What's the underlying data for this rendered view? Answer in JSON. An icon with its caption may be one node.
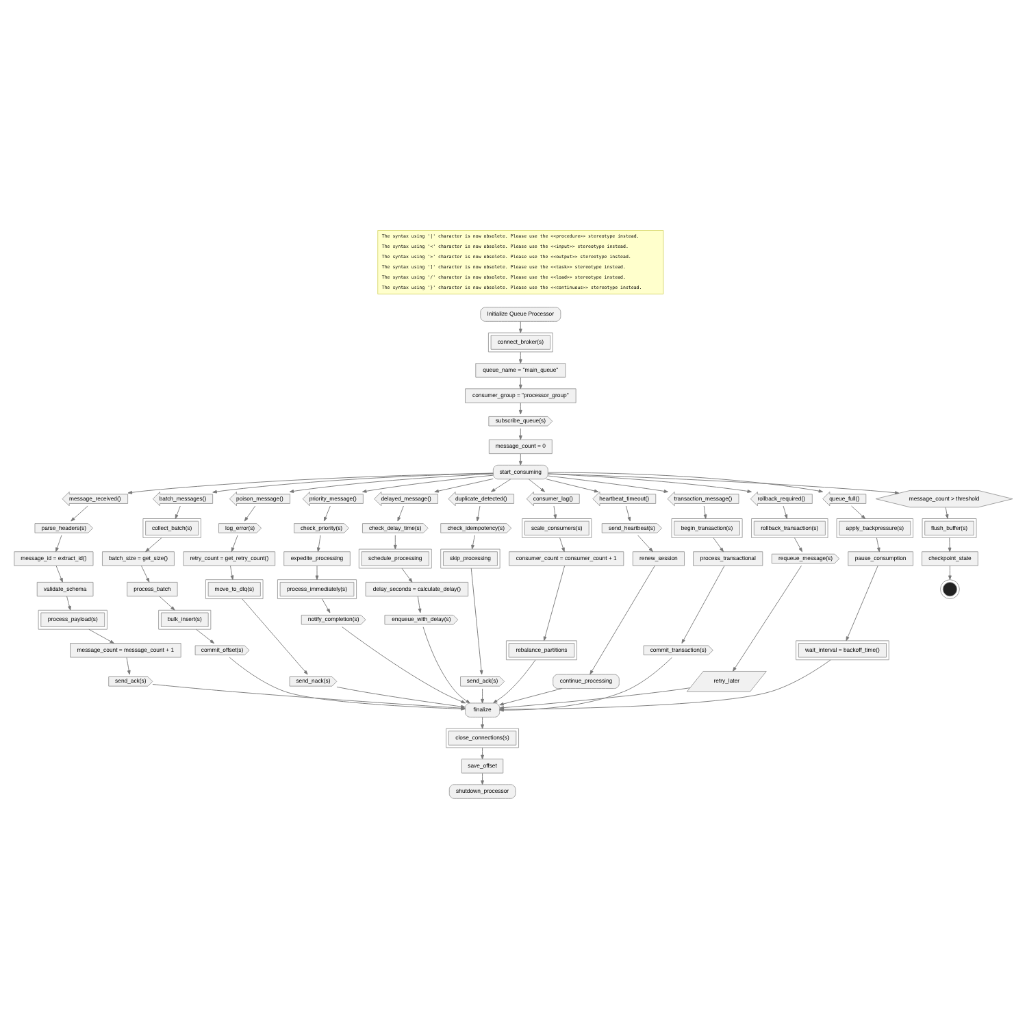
{
  "diagram": {
    "nodes": [
      {
        "text": [
          "Initialize Queue Processor"
        ]
      },
      {
        "text": [
          "connect_broker(s)"
        ]
      },
      {
        "text": [
          "queue_name = \"main_queue\""
        ]
      },
      {
        "text": [
          "consumer_group = \"processor_group\""
        ]
      },
      {
        "text": [
          "subscribe_queue(s)"
        ]
      },
      {
        "text": [
          "message_count = 0"
        ]
      },
      {
        "text": [
          "start_consuming"
        ]
      },
      {
        "text": [
          "message_received()"
        ]
      },
      {
        "text": [
          "parse_headers(s)"
        ]
      },
      {
        "text": [
          "message_id = extract_id()"
        ]
      },
      {
        "text": [
          "validate_schema"
        ]
      },
      {
        "text": [
          "process_payload(s)"
        ]
      },
      {
        "text": [
          "message_count = message_count + 1"
        ]
      },
      {
        "text": [
          "send_ack(s)"
        ]
      },
      {
        "text": [
          "batch_messages()"
        ]
      },
      {
        "text": [
          "collect_batch(s)"
        ]
      },
      {
        "text": [
          "batch_size = get_size()"
        ]
      },
      {
        "text": [
          "process_batch"
        ]
      },
      {
        "text": [
          "bulk_insert(s)"
        ]
      },
      {
        "text": [
          "commit_offset(s)"
        ]
      },
      {
        "text": [
          "poison_message()"
        ]
      },
      {
        "text": [
          "log_error(s)"
        ]
      },
      {
        "text": [
          "retry_count = get_retry_count()"
        ]
      },
      {
        "text": [
          "move_to_dlq(s)"
        ]
      },
      {
        "text": [
          "send_nack(s)"
        ]
      },
      {
        "text": [
          "priority_message()"
        ]
      },
      {
        "text": [
          "check_priority(s)"
        ]
      },
      {
        "text": [
          "expedite_processing"
        ]
      },
      {
        "text": [
          "process_immediately(s)"
        ]
      },
      {
        "text": [
          "notify_completion(s)"
        ]
      },
      {
        "text": [
          "delayed_message()"
        ]
      },
      {
        "text": [
          "check_delay_time(s)"
        ]
      },
      {
        "text": [
          "schedule_processing"
        ]
      },
      {
        "text": [
          "delay_seconds = calculate_delay()"
        ]
      },
      {
        "text": [
          "enqueue_with_delay(s)"
        ]
      },
      {
        "text": [
          "duplicate_detected()"
        ]
      },
      {
        "text": [
          "check_idempotency(s)"
        ]
      },
      {
        "text": [
          "skip_processing"
        ]
      },
      {
        "text": [
          "send_ack(s)"
        ]
      },
      {
        "text": [
          "consumer_lag()"
        ]
      },
      {
        "text": [
          "scale_consumers(s)"
        ]
      },
      {
        "text": [
          "consumer_count = consumer_count + 1"
        ]
      },
      {
        "text": [
          "rebalance_partitions"
        ]
      },
      {
        "text": [
          "heartbeat_timeout()"
        ]
      },
      {
        "text": [
          "send_heartbeat(s)"
        ]
      },
      {
        "text": [
          "renew_session"
        ]
      },
      {
        "text": [
          "continue_processing"
        ]
      },
      {
        "text": [
          "transaction_message()"
        ]
      },
      {
        "text": [
          "begin_transaction(s)"
        ]
      },
      {
        "text": [
          "process_transactional"
        ]
      },
      {
        "text": [
          "commit_transaction(s)"
        ]
      },
      {
        "text": [
          "rollback_required()"
        ]
      },
      {
        "text": [
          "rollback_transaction(s)"
        ]
      },
      {
        "text": [
          "requeue_message(s)"
        ]
      },
      {
        "text": [
          "retry_later"
        ]
      },
      {
        "text": [
          "queue_full()"
        ]
      },
      {
        "text": [
          "apply_backpressure(s)"
        ]
      },
      {
        "text": [
          "pause_consumption"
        ]
      },
      {
        "text": [
          "wait_interval = backoff_time()"
        ]
      },
      {
        "text": [
          "message_count > threshold"
        ]
      },
      {
        "text": [
          "flush_buffer(s)"
        ]
      },
      {
        "text": [
          "checkpoint_state"
        ]
      },
      {
        "text": [],
        "shape": "circle"
      },
      {
        "text": [
          "finalize"
        ]
      },
      {
        "text": [
          "close_connections(s)"
        ]
      },
      {
        "text": [
          "save_offset"
        ]
      },
      {
        "text": [
          "shutdown_processor"
        ]
      }
    ],
    "edges": [
      {
        "from": 0,
        "to": 1,
        "arrow": "to"
      },
      {
        "from": 1,
        "to": 2,
        "arrow": "to"
      },
      {
        "from": 2,
        "to": 3,
        "arrow": "to"
      },
      {
        "from": 3,
        "to": 4,
        "arrow": "to"
      },
      {
        "from": 4,
        "to": 5,
        "arrow": "to"
      },
      {
        "from": 5,
        "to": 6,
        "arrow": "to"
      },
      {
        "from": 6,
        "to": 7,
        "arrow": "to"
      },
      {
        "from": 7,
        "to": 8,
        "arrow": "to"
      },
      {
        "from": 8,
        "to": 9,
        "arrow": "to"
      },
      {
        "from": 9,
        "to": 10,
        "arrow": "to"
      },
      {
        "from": 10,
        "to": 11,
        "arrow": "to"
      },
      {
        "from": 11,
        "to": 12,
        "arrow": "to"
      },
      {
        "from": 12,
        "to": 13,
        "arrow": "to"
      },
      {
        "from": 6,
        "to": 14,
        "arrow": "to"
      },
      {
        "from": 14,
        "to": 15,
        "arrow": "to"
      },
      {
        "from": 15,
        "to": 16,
        "arrow": "to"
      },
      {
        "from": 16,
        "to": 17,
        "arrow": "to"
      },
      {
        "from": 17,
        "to": 18,
        "arrow": "to"
      },
      {
        "from": 18,
        "to": 19,
        "arrow": "to"
      },
      {
        "from": 6,
        "to": 20,
        "arrow": "to"
      },
      {
        "from": 20,
        "to": 21,
        "arrow": "to"
      },
      {
        "from": 21,
        "to": 22,
        "arrow": "to"
      },
      {
        "from": 22,
        "to": 23,
        "arrow": "to"
      },
      {
        "from": 23,
        "to": 24,
        "arrow": "to"
      },
      {
        "from": 6,
        "to": 25,
        "arrow": "to"
      },
      {
        "from": 25,
        "to": 26,
        "arrow": "to"
      },
      {
        "from": 26,
        "to": 27,
        "arrow": "to"
      },
      {
        "from": 27,
        "to": 28,
        "arrow": "to"
      },
      {
        "from": 28,
        "to": 29,
        "arrow": "to"
      },
      {
        "from": 6,
        "to": 30,
        "arrow": "to"
      },
      {
        "from": 30,
        "to": 31,
        "arrow": "to"
      },
      {
        "from": 31,
        "to": 32,
        "arrow": "to"
      },
      {
        "from": 32,
        "to": 33,
        "arrow": "to"
      },
      {
        "from": 33,
        "to": 34,
        "arrow": "to"
      },
      {
        "from": 6,
        "to": 35,
        "arrow": "to"
      },
      {
        "from": 35,
        "to": 36,
        "arrow": "to"
      },
      {
        "from": 36,
        "to": 37,
        "arrow": "to"
      },
      {
        "from": 37,
        "to": 38,
        "arrow": "to"
      },
      {
        "from": 6,
        "to": 39,
        "arrow": "to"
      },
      {
        "from": 39,
        "to": 40,
        "arrow": "to"
      },
      {
        "from": 40,
        "to": 41,
        "arrow": "to"
      },
      {
        "from": 41,
        "to": 42,
        "arrow": "to"
      },
      {
        "from": 6,
        "to": 43,
        "arrow": "to"
      },
      {
        "from": 43,
        "to": 44,
        "arrow": "to"
      },
      {
        "from": 44,
        "to": 45,
        "arrow": "to"
      },
      {
        "from": 45,
        "to": 46,
        "arrow": "to"
      },
      {
        "from": 6,
        "to": 47,
        "arrow": "to"
      },
      {
        "from": 47,
        "to": 48,
        "arrow": "to"
      },
      {
        "from": 48,
        "to": 49,
        "arrow": "to"
      },
      {
        "from": 49,
        "to": 50,
        "arrow": "to"
      },
      {
        "from": 6,
        "to": 51,
        "arrow": "to"
      },
      {
        "from": 51,
        "to": 52,
        "arrow": "to"
      },
      {
        "from": 52,
        "to": 53,
        "arrow": "to"
      },
      {
        "from": 53,
        "to": 54,
        "arrow": "to"
      },
      {
        "from": 6,
        "to": 55,
        "arrow": "to"
      },
      {
        "from": 55,
        "to": 56,
        "arrow": "to"
      },
      {
        "from": 56,
        "to": 57,
        "arrow": "to"
      },
      {
        "from": 57,
        "to": 58,
        "arrow": "to"
      },
      {
        "from": 6,
        "to": 59,
        "arrow": "to"
      },
      {
        "from": 59,
        "to": 60,
        "arrow": "to"
      },
      {
        "from": 60,
        "to": 61,
        "arrow": "to"
      },
      {
        "from": 61,
        "to": 62,
        "arrow": "to"
      },
      {
        "from": 13,
        "to": 63,
        "arrow": "to"
      },
      {
        "from": 19,
        "to": 63,
        "arrow": "to"
      },
      {
        "from": 24,
        "to": 63,
        "arrow": "to"
      },
      {
        "from": 29,
        "to": 63,
        "arrow": "to"
      },
      {
        "from": 34,
        "to": 63,
        "arrow": "to"
      },
      {
        "from": 38,
        "to": 63,
        "arrow": "to"
      },
      {
        "from": 42,
        "to": 63,
        "arrow": "to"
      },
      {
        "from": 46,
        "to": 63,
        "arrow": "to"
      },
      {
        "from": 50,
        "to": 63,
        "arrow": "to"
      },
      {
        "from": 54,
        "to": 63,
        "arrow": "to"
      },
      {
        "from": 58,
        "to": 63,
        "arrow": "to"
      },
      {
        "from": 63,
        "to": 64,
        "arrow": "to"
      },
      {
        "from": 64,
        "to": 65,
        "arrow": "to"
      },
      {
        "from": 65,
        "to": 66,
        "arrow": "to"
      }
    ],
    "labels": [
      "The syntax using '|' character is now obsolete. Please use the <<procedure>> stereotype instead.",
      "The syntax using '<' character is now obsolete. Please use the <<input>> stereotype instead.",
      "The syntax using '>' character is now obsolete. Please use the <<output>> stereotype instead.",
      "The syntax using ']' character is now obsolete. Please use the <<task>> stereotype instead.",
      "The syntax using '/' character is now obsolete. Please use the <<load>> stereotype instead.",
      "The syntax using '}' character is now obsolete. Please use the <<continuous>> stereotype instead."
    ]
  }
}
